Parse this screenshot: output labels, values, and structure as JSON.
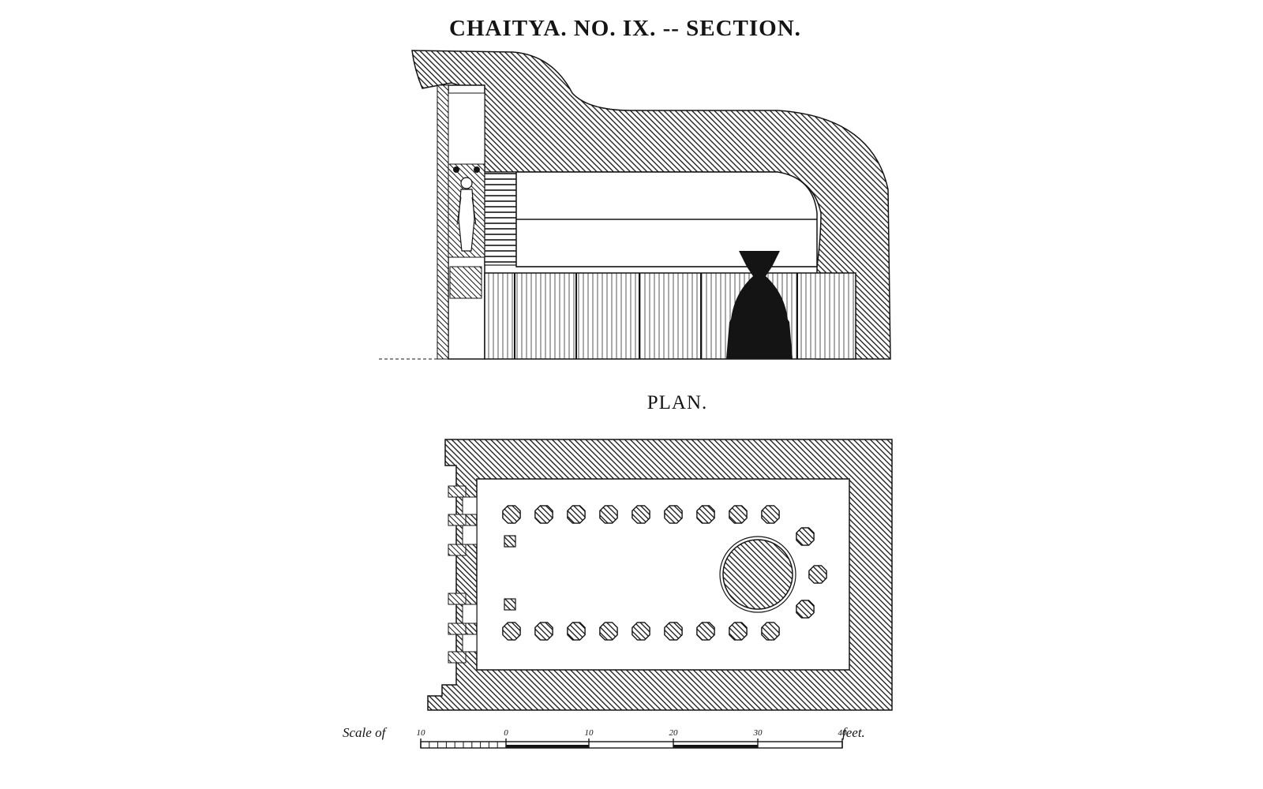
{
  "section": {
    "title": "CHAITYA.  NO.  IX. -- SECTION."
  },
  "plan": {
    "title": "PLAN.",
    "nave_columns_per_row": 9,
    "apse_columns": 3
  },
  "scale": {
    "prefix": "Scale of",
    "ticks": [
      "10",
      "0",
      "10",
      "20",
      "30",
      "40"
    ],
    "unit": "feet."
  },
  "colors": {
    "ink": "#141414",
    "paper": "#ffffff"
  }
}
